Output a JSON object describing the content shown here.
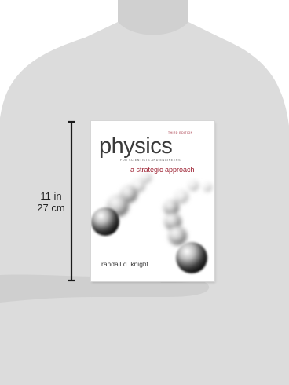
{
  "measurement": {
    "height_in": "11 in",
    "height_cm": "27 cm"
  },
  "book": {
    "edition": "THIRD EDITION",
    "title": "physics",
    "subtitle": "FOR SCIENTISTS AND ENGINEERS",
    "tagline": "a strategic approach",
    "author": "randall d. knight"
  },
  "colors": {
    "silhouette": "#dcdcdc",
    "accent": "#9a1b2c",
    "ruler": "#1a1a1a"
  }
}
